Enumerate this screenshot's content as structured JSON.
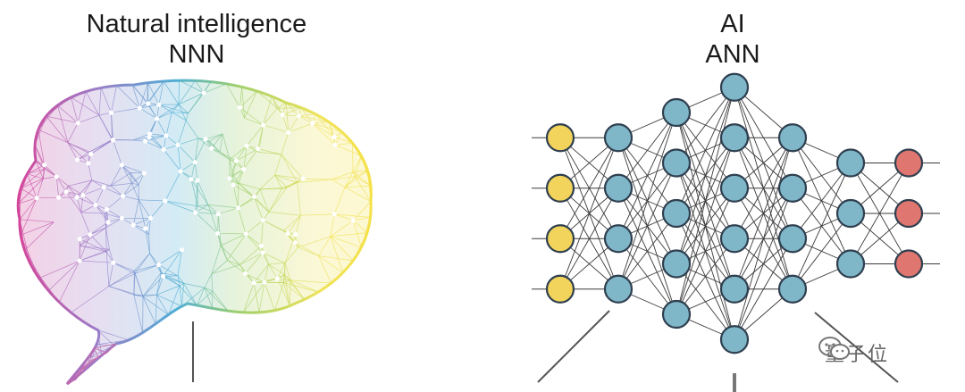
{
  "left_panel": {
    "title_line1": "Natural intelligence",
    "title_line2": "NNN"
  },
  "right_panel": {
    "title_line1": "AI",
    "title_line2": "ANN",
    "layers": [
      {
        "nodes": 4,
        "color": "#f2d45c"
      },
      {
        "nodes": 4,
        "color": "#7fb7c9"
      },
      {
        "nodes": 5,
        "color": "#7fb7c9"
      },
      {
        "nodes": 6,
        "color": "#7fb7c9"
      },
      {
        "nodes": 4,
        "color": "#7fb7c9"
      },
      {
        "nodes": 3,
        "color": "#7fb7c9"
      },
      {
        "nodes": 3,
        "color": "#e07670"
      }
    ]
  },
  "watermark": {
    "text": "量子位",
    "icon": "wechat-icon"
  },
  "colors": {
    "input_node": "#f2d45c",
    "hidden_node": "#7fb7c9",
    "output_node": "#e07670",
    "edge": "#3a3a3a",
    "node_stroke": "#2f3f4f"
  }
}
